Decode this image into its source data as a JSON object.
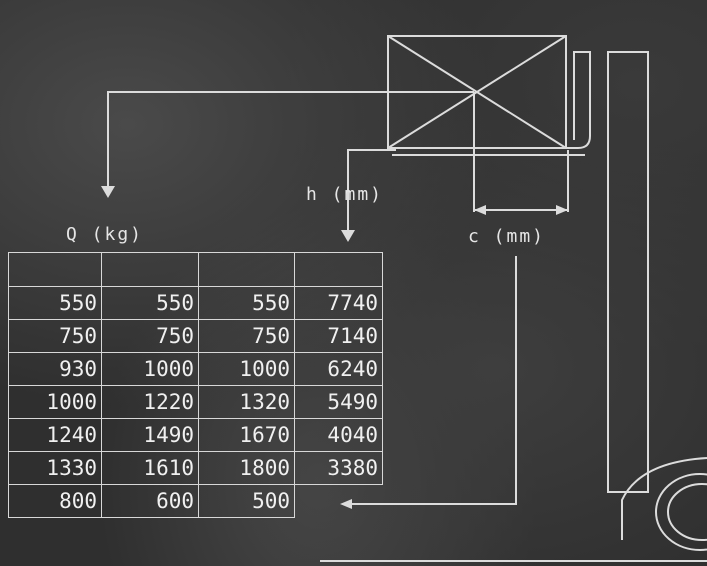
{
  "labels": {
    "load_weight": "Q (kg)",
    "lift_height": "h (mm)",
    "load_center": "c (mm)"
  },
  "table": {
    "rows": [
      [
        "550",
        "550",
        "550",
        "7740"
      ],
      [
        "750",
        "750",
        "750",
        "7140"
      ],
      [
        "930",
        "1000",
        "1000",
        "6240"
      ],
      [
        "1000",
        "1220",
        "1320",
        "5490"
      ],
      [
        "1240",
        "1490",
        "1670",
        "4040"
      ],
      [
        "1330",
        "1610",
        "1800",
        "3380"
      ]
    ],
    "load_center_row": [
      "800",
      "600",
      "500"
    ]
  },
  "colors": {
    "plate": "#2f2f2f",
    "line": "#e0e0e0"
  }
}
